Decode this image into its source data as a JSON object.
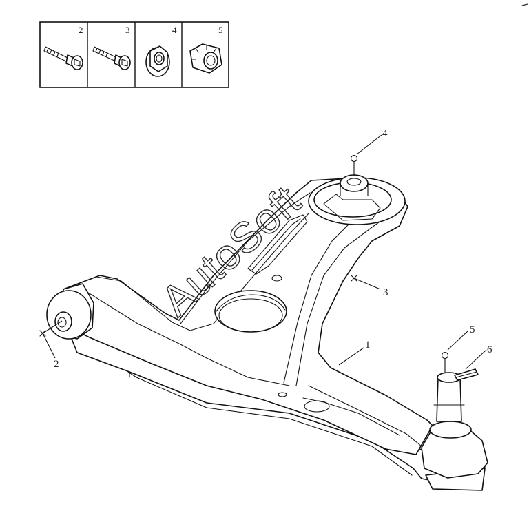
{
  "header_parts": [
    {
      "number": "2",
      "icon": "flange-bolt-icon"
    },
    {
      "number": "3",
      "icon": "flange-bolt-icon"
    },
    {
      "number": "4",
      "icon": "flange-nut-icon"
    },
    {
      "number": "5",
      "icon": "castle-nut-icon"
    }
  ],
  "callouts": {
    "c1": "1",
    "c2": "2",
    "c3": "3",
    "c4": "4",
    "c5": "5",
    "c6": "6"
  },
  "watermark": "AutoSoft"
}
